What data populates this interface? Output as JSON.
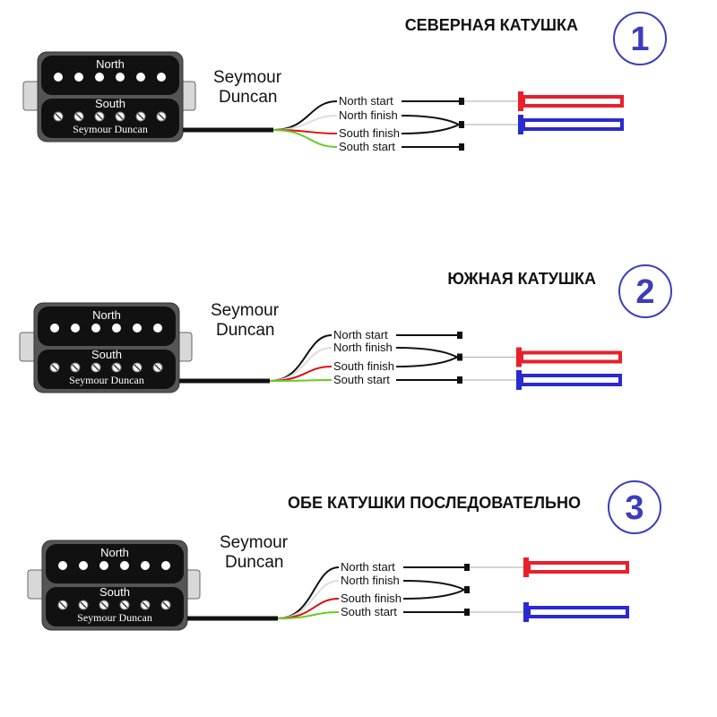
{
  "colors": {
    "red": "#e8202a",
    "blue": "#2a2ad0",
    "circle_stroke": "#3d3dbb",
    "pickup": "#111111",
    "mount": "#d8d8d8",
    "wire_red": "#e01010",
    "wire_green": "#66cc22",
    "wire_white": "#dddddd",
    "wire_black": "#111111"
  },
  "panels": [
    {
      "title": "СЕВЕРНАЯ КАТУШКА",
      "number": "1",
      "pickup": {
        "north": "North",
        "south": "South",
        "logo": "Seymour Duncan"
      },
      "brand": [
        "Seymour",
        "Duncan"
      ],
      "wires": [
        "North start",
        "North finish",
        "South finish",
        "South start"
      ],
      "mode": "north"
    },
    {
      "title": "ЮЖНАЯ КАТУШКА",
      "number": "2",
      "pickup": {
        "north": "North",
        "south": "South",
        "logo": "Seymour Duncan"
      },
      "brand": [
        "Seymour",
        "Duncan"
      ],
      "wires": [
        "North start",
        "North finish",
        "South finish",
        "South start"
      ],
      "mode": "south"
    },
    {
      "title": "ОБЕ КАТУШКИ ПОСЛЕДОВАТЕЛЬНО",
      "number": "3",
      "pickup": {
        "north": "North",
        "south": "South",
        "logo": "Seymour Duncan"
      },
      "brand": [
        "Seymour",
        "Duncan"
      ],
      "wires": [
        "North start",
        "North finish",
        "South finish",
        "South start"
      ],
      "mode": "series"
    }
  ]
}
